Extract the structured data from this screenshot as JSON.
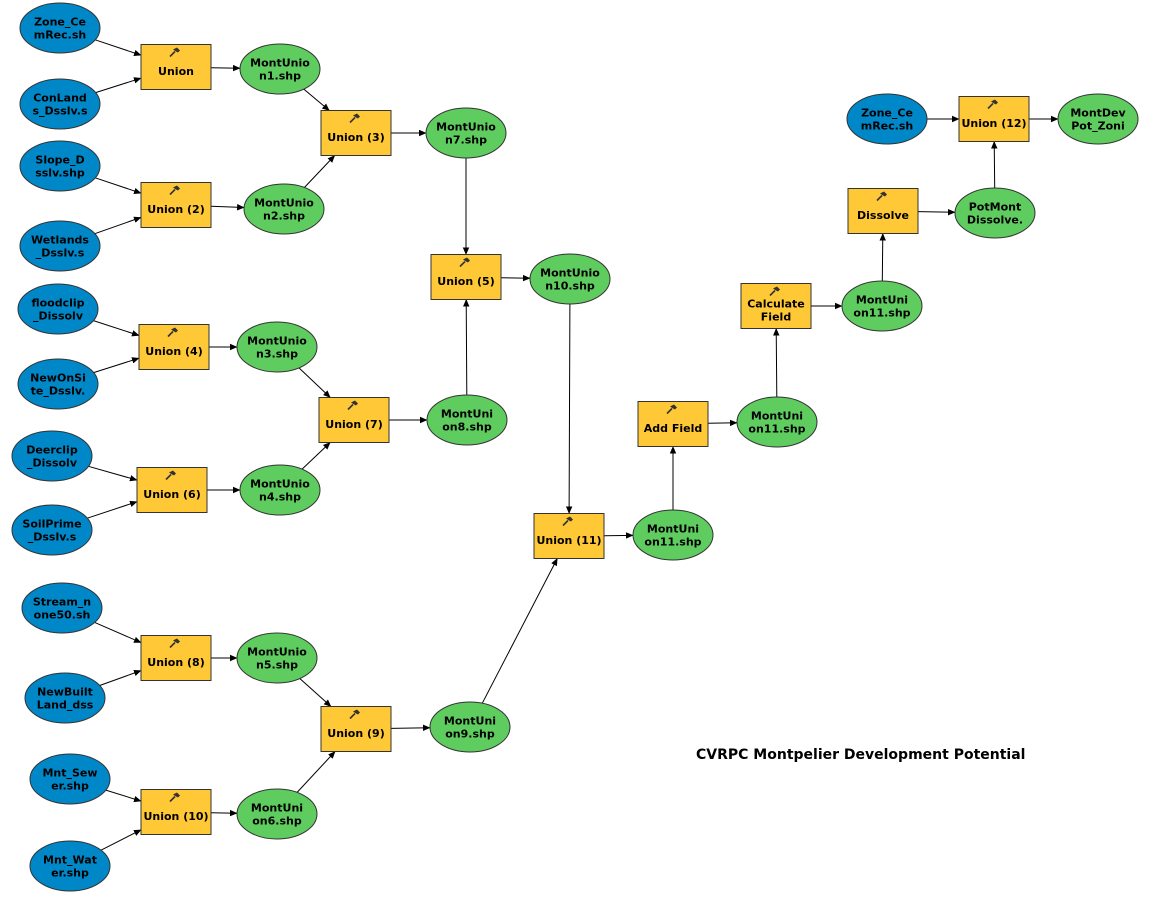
{
  "title": "CVRPC Montpelier Development Potential",
  "colors": {
    "input": "#0087c8",
    "tool": "#ffc837",
    "output": "#5fcc5f"
  },
  "tool_icon": "hammer-icon",
  "nodes": [
    {
      "id": "zone1",
      "kind": "input",
      "lines": [
        "Zone_Ce",
        "mRec.sh"
      ]
    },
    {
      "id": "conlands",
      "kind": "input",
      "lines": [
        "ConLand",
        "s_Dsslv.s"
      ]
    },
    {
      "id": "union1",
      "kind": "tool",
      "lines": [
        "Union"
      ]
    },
    {
      "id": "mu1",
      "kind": "output",
      "lines": [
        "MontUnio",
        "n1.shp"
      ]
    },
    {
      "id": "slope",
      "kind": "input",
      "lines": [
        "Slope_D",
        "sslv.shp"
      ]
    },
    {
      "id": "wetlands",
      "kind": "input",
      "lines": [
        "Wetlands",
        "_Dsslv.s"
      ]
    },
    {
      "id": "union2",
      "kind": "tool",
      "lines": [
        "Union (2)"
      ]
    },
    {
      "id": "mu2",
      "kind": "output",
      "lines": [
        "MontUnio",
        "n2.shp"
      ]
    },
    {
      "id": "union3",
      "kind": "tool",
      "lines": [
        "Union (3)"
      ]
    },
    {
      "id": "mu7",
      "kind": "output",
      "lines": [
        "MontUnio",
        "n7.shp"
      ]
    },
    {
      "id": "floodclip",
      "kind": "input",
      "lines": [
        "floodclip",
        "_Dissolv"
      ]
    },
    {
      "id": "newonsite",
      "kind": "input",
      "lines": [
        "NewOnSi",
        "te_Dsslv."
      ]
    },
    {
      "id": "union4",
      "kind": "tool",
      "lines": [
        "Union (4)"
      ]
    },
    {
      "id": "mu3",
      "kind": "output",
      "lines": [
        "MontUnio",
        "n3.shp"
      ]
    },
    {
      "id": "deerclip",
      "kind": "input",
      "lines": [
        "Deerclip",
        "_Dissolv"
      ]
    },
    {
      "id": "soilprime",
      "kind": "input",
      "lines": [
        "SoilPrime",
        "_Dsslv.s"
      ]
    },
    {
      "id": "union6",
      "kind": "tool",
      "lines": [
        "Union (6)"
      ]
    },
    {
      "id": "mu4",
      "kind": "output",
      "lines": [
        "MontUnio",
        "n4.shp"
      ]
    },
    {
      "id": "union7",
      "kind": "tool",
      "lines": [
        "Union (7)"
      ]
    },
    {
      "id": "mu8",
      "kind": "output",
      "lines": [
        "MontUni",
        "on8.shp"
      ]
    },
    {
      "id": "union5",
      "kind": "tool",
      "lines": [
        "Union (5)"
      ]
    },
    {
      "id": "mu10",
      "kind": "output",
      "lines": [
        "MontUnio",
        "n10.shp"
      ]
    },
    {
      "id": "stream",
      "kind": "input",
      "lines": [
        "Stream_n",
        "one50.sh"
      ]
    },
    {
      "id": "newbuilt",
      "kind": "input",
      "lines": [
        "NewBuilt",
        "Land_dss"
      ]
    },
    {
      "id": "union8",
      "kind": "tool",
      "lines": [
        "Union (8)"
      ]
    },
    {
      "id": "mu5",
      "kind": "output",
      "lines": [
        "MontUnio",
        "n5.shp"
      ]
    },
    {
      "id": "sewer",
      "kind": "input",
      "lines": [
        "Mnt_Sew",
        "er.shp"
      ]
    },
    {
      "id": "water",
      "kind": "input",
      "lines": [
        "Mnt_Wat",
        "er.shp"
      ]
    },
    {
      "id": "union10",
      "kind": "tool",
      "lines": [
        "Union (10)"
      ]
    },
    {
      "id": "mu6",
      "kind": "output",
      "lines": [
        "MontUni",
        "on6.shp"
      ]
    },
    {
      "id": "union9",
      "kind": "tool",
      "lines": [
        "Union (9)"
      ]
    },
    {
      "id": "mu9",
      "kind": "output",
      "lines": [
        "MontUni",
        "on9.shp"
      ]
    },
    {
      "id": "union11",
      "kind": "tool",
      "lines": [
        "Union (11)"
      ]
    },
    {
      "id": "mu11a",
      "kind": "output",
      "lines": [
        "MontUni",
        "on11.shp"
      ]
    },
    {
      "id": "addfield",
      "kind": "tool",
      "lines": [
        "Add Field"
      ]
    },
    {
      "id": "mu11b",
      "kind": "output",
      "lines": [
        "MontUni",
        "on11.shp"
      ]
    },
    {
      "id": "calcfield",
      "kind": "tool",
      "lines": [
        "Calculate",
        "Field"
      ]
    },
    {
      "id": "mu11c",
      "kind": "output",
      "lines": [
        "MontUni",
        "on11.shp"
      ]
    },
    {
      "id": "dissolve",
      "kind": "tool",
      "lines": [
        "Dissolve"
      ]
    },
    {
      "id": "potmont",
      "kind": "output",
      "lines": [
        "PotMont",
        "Dissolve."
      ]
    },
    {
      "id": "zone2",
      "kind": "input",
      "lines": [
        "Zone_Ce",
        "mRec.sh"
      ]
    },
    {
      "id": "union12",
      "kind": "tool",
      "lines": [
        "Union (12)"
      ]
    },
    {
      "id": "montdev",
      "kind": "output",
      "lines": [
        "MontDev",
        "Pot_Zoni"
      ]
    }
  ],
  "edges": [
    [
      "zone1",
      "union1"
    ],
    [
      "conlands",
      "union1"
    ],
    [
      "union1",
      "mu1"
    ],
    [
      "slope",
      "union2"
    ],
    [
      "wetlands",
      "union2"
    ],
    [
      "union2",
      "mu2"
    ],
    [
      "mu1",
      "union3"
    ],
    [
      "mu2",
      "union3"
    ],
    [
      "union3",
      "mu7"
    ],
    [
      "floodclip",
      "union4"
    ],
    [
      "newonsite",
      "union4"
    ],
    [
      "union4",
      "mu3"
    ],
    [
      "deerclip",
      "union6"
    ],
    [
      "soilprime",
      "union6"
    ],
    [
      "union6",
      "mu4"
    ],
    [
      "mu3",
      "union7"
    ],
    [
      "mu4",
      "union7"
    ],
    [
      "union7",
      "mu8"
    ],
    [
      "mu7",
      "union5"
    ],
    [
      "mu8",
      "union5"
    ],
    [
      "union5",
      "mu10"
    ],
    [
      "stream",
      "union8"
    ],
    [
      "newbuilt",
      "union8"
    ],
    [
      "union8",
      "mu5"
    ],
    [
      "sewer",
      "union10"
    ],
    [
      "water",
      "union10"
    ],
    [
      "union10",
      "mu6"
    ],
    [
      "mu5",
      "union9"
    ],
    [
      "mu6",
      "union9"
    ],
    [
      "union9",
      "mu9"
    ],
    [
      "mu10",
      "union11"
    ],
    [
      "mu9",
      "union11"
    ],
    [
      "union11",
      "mu11a"
    ],
    [
      "mu11a",
      "addfield"
    ],
    [
      "addfield",
      "mu11b"
    ],
    [
      "mu11b",
      "calcfield"
    ],
    [
      "calcfield",
      "mu11c"
    ],
    [
      "mu11c",
      "dissolve"
    ],
    [
      "dissolve",
      "potmont"
    ],
    [
      "potmont",
      "union12"
    ],
    [
      "zone2",
      "union12"
    ],
    [
      "union12",
      "montdev"
    ]
  ]
}
